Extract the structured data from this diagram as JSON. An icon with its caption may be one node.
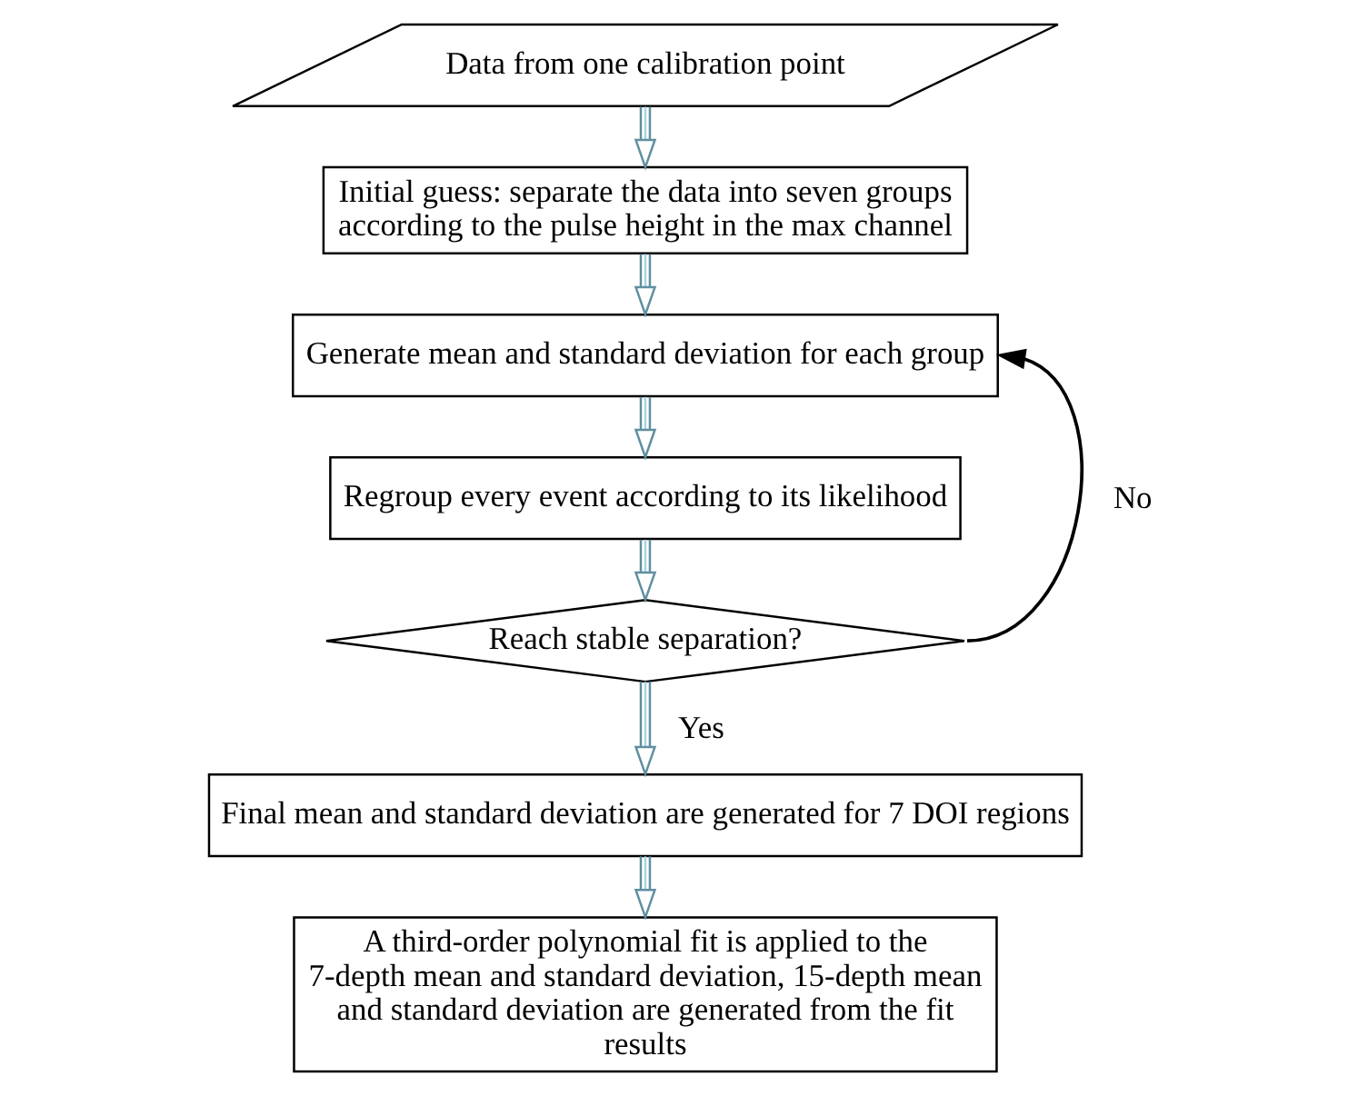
{
  "diagram": {
    "nodes": [
      {
        "text": [
          "Data from one calibration point"
        ]
      },
      {
        "text": [
          "Initial guess: separate the data into seven groups according to the pulse height in the max channel"
        ]
      },
      {
        "text": [
          "Generate mean and standard deviation for each group"
        ]
      },
      {
        "text": [
          "Regroup every event according to its likelihood"
        ]
      },
      {
        "text": [
          "Reach stable separation?"
        ]
      },
      {
        "text": [
          "Final mean and standard deviation are generated for 7 DOI regions"
        ]
      },
      {
        "text": [
          "A third-order polynomial fit is applied to the 7-depth mean and standard deviation, 15-depth mean and standard deviation are generated from the fit results"
        ]
      }
    ],
    "edges": [
      {
        "from": 0,
        "to": 1,
        "arrow": "to"
      },
      {
        "from": 1,
        "to": 2,
        "arrow": "to"
      },
      {
        "from": 2,
        "to": 3,
        "arrow": "to"
      },
      {
        "from": 3,
        "to": 4,
        "arrow": "to"
      },
      {
        "from": 4,
        "to": 5,
        "arrow": "to",
        "label": "Yes"
      },
      {
        "from": 5,
        "to": 6,
        "arrow": "to"
      },
      {
        "from": 4,
        "to": 2,
        "arrow": "to",
        "label": "No",
        "color": "#000000"
      }
    ]
  }
}
